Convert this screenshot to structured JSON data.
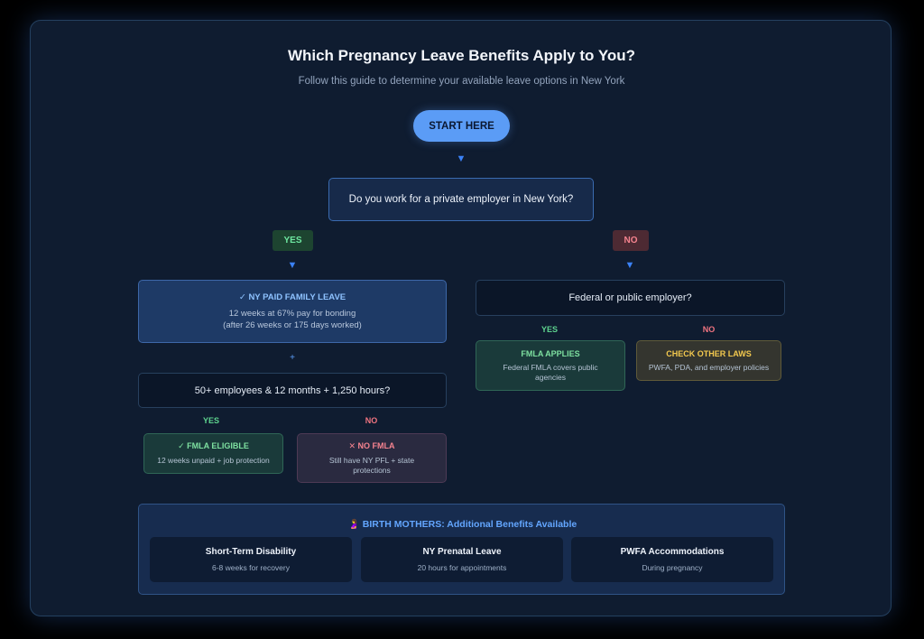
{
  "title": "Which Pregnancy Leave Benefits Apply to You?",
  "subtitle": "Follow this guide to determine your available leave options in New York",
  "start_label": "START HERE",
  "arrow_glyph": "▼",
  "question_main": "Do you work for a private employer in New York?",
  "branch_yes": "YES",
  "branch_no": "NO",
  "left": {
    "pfl_title": "✓ NY PAID FAMILY LEAVE",
    "pfl_line1": "12 weeks at 67% pay for bonding",
    "pfl_line2": "(after 26 weeks or 175 days worked)",
    "plus": "+",
    "question": "50+ employees & 12 months + 1,250 hours?",
    "yes_label": "YES",
    "no_label": "NO",
    "fmla_title": "✓ FMLA ELIGIBLE",
    "fmla_desc": "12 weeks unpaid + job protection",
    "nofmla_title": "✕ NO FMLA",
    "nofmla_desc_line1": "Still have NY PFL + state",
    "nofmla_desc_line2": "protections"
  },
  "right": {
    "question": "Federal or public employer?",
    "yes_label": "YES",
    "no_label": "NO",
    "fmla_title": "FMLA APPLIES",
    "fmla_desc_line1": "Federal FMLA covers public",
    "fmla_desc_line2": "agencies",
    "other_title": "CHECK OTHER LAWS",
    "other_desc": "PWFA, PDA, and employer policies"
  },
  "birth": {
    "icon": "pregnant-woman-icon",
    "title": "🤰 BIRTH MOTHERS: Additional Benefits Available",
    "cards": [
      {
        "title": "Short-Term Disability",
        "desc": "6-8 weeks for recovery"
      },
      {
        "title": "NY Prenatal Leave",
        "desc": "20 hours for appointments"
      },
      {
        "title": "PWFA Accommodations",
        "desc": "During pregnancy"
      }
    ]
  },
  "colors": {
    "accent": "#5b9cf6",
    "yes": "#5ed48f",
    "no": "#f07480",
    "amber": "#f3c94e",
    "background": "#0f1c30"
  }
}
